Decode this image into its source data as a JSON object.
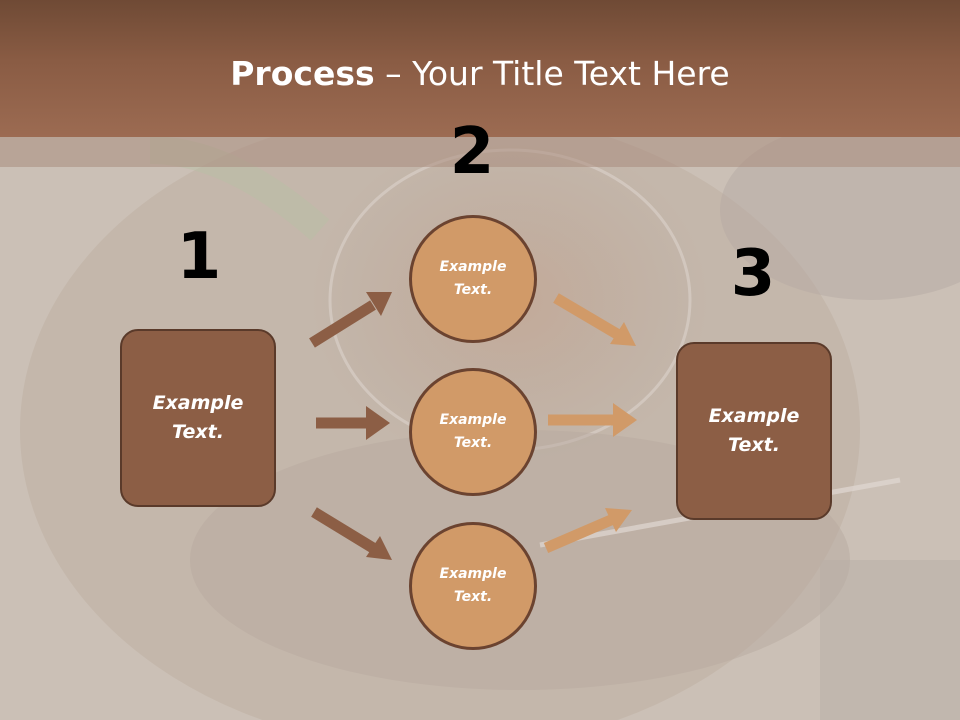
{
  "slide": {
    "title_bold": "Process",
    "title_rest": " – Your Title Text Here"
  },
  "steps": [
    {
      "number": "1",
      "label": "Example Text."
    },
    {
      "number": "2",
      "label": "Example Text."
    },
    {
      "number": "3",
      "label": "Example Text."
    }
  ],
  "middle_circles": [
    {
      "label": "Example Text."
    },
    {
      "label": "Example Text."
    },
    {
      "label": "Example Text."
    }
  ],
  "colors": {
    "header": "#8a5c44",
    "box_fill": "#8c5e45",
    "circle_fill": "#d19a68",
    "arrow_left": "#8c5e45",
    "arrow_right": "#d19a68"
  }
}
